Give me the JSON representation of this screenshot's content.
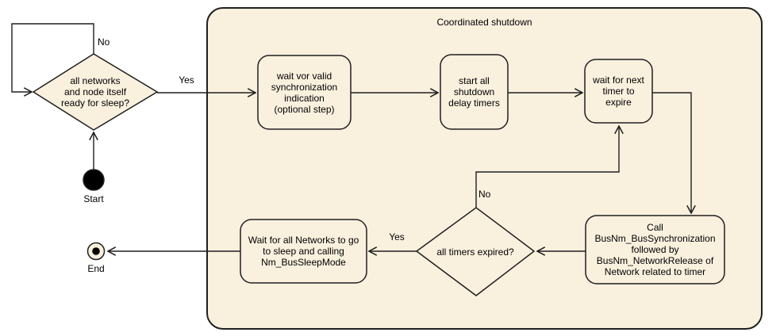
{
  "diagram": {
    "title": "Coordinated shutdown",
    "colors": {
      "background": "#FFFFFF",
      "partition_fill": "#FAF0DE",
      "node_fill": "#FAF0DE",
      "stroke": "#1F1F1F",
      "text": "#000000",
      "start_fill": "#000000",
      "end_inner_fill": "#000000"
    },
    "nodes": {
      "start_label": "Start",
      "end_label": "End",
      "decision_ready": "all networks\nand node itself\nready for sleep?",
      "action_wait_sync": "wait vor valid\nsynchronization\nindication\n(optional step)",
      "action_start_timers": "start all\nshutdown\ndelay timers",
      "action_wait_timer": "wait for next\ntimer to\nexpire",
      "action_call_busnm": "Call\nBusNm_BusSynchronization\nfollowed by\nBusNm_NetworkRelease of\nNetwork related to timer",
      "decision_timers": "all timers expired?",
      "action_wait_networks": "Wait for all Networks to go\nto sleep and calling\nNm_BusSleepMode"
    },
    "edge_labels": {
      "ready_no": "No",
      "ready_yes": "Yes",
      "timers_no": "No",
      "timers_yes": "Yes"
    }
  }
}
